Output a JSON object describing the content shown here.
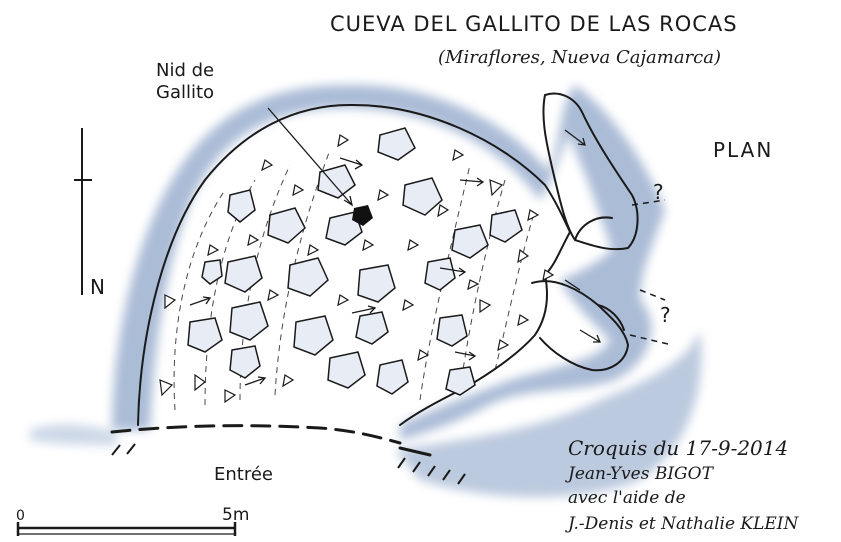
{
  "title": "CUEVA DEL GALLITO DE LAS ROCAS",
  "subtitle": "(Miraflores, Nueva Cajamarca)",
  "plan_label": "PLAN",
  "nest_label": "Nid de\nGallito",
  "north_label": "N",
  "entrance_label": "Entrée",
  "scale": {
    "start_label": "0",
    "end_label": "5m"
  },
  "unknown_marks": [
    "?",
    "?"
  ],
  "credits": [
    "Croquis du 17-9-2014",
    "Jean-Yves BIGOT",
    "avec l'aide de",
    "J.-Denis et Nathalie KLEIN"
  ],
  "colors": {
    "shading": "#8fa6c9",
    "ink": "#1a1a1a",
    "nest": "#111111"
  }
}
